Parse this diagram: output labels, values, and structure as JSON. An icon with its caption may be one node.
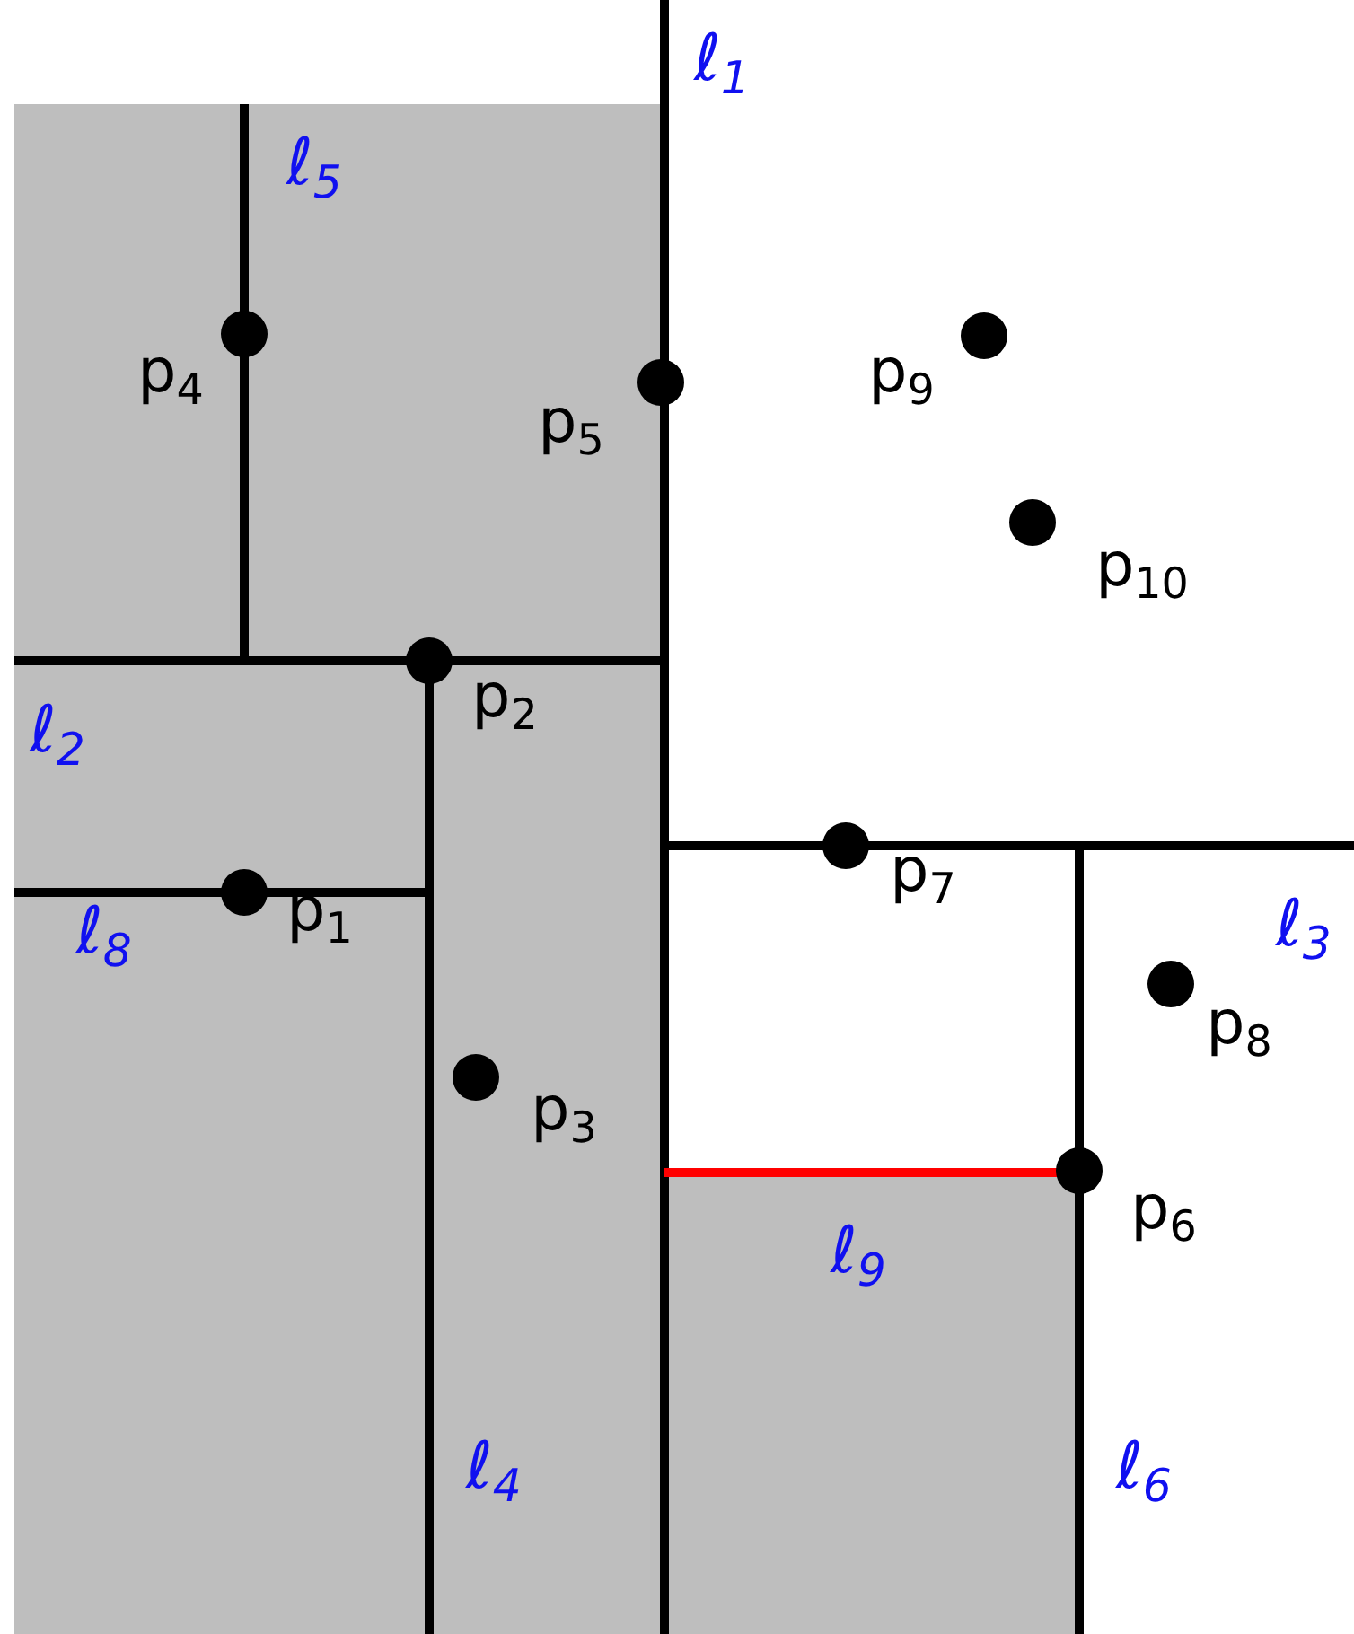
{
  "diagram": {
    "labels": [
      "ℓ$_{1}$",
      "ℓ$_{5}$",
      "p$_{4}$",
      "p$_{5}$",
      "p$_{9}$",
      "p$_{10}$",
      "ℓ$_{2}$",
      "p$_{2}$",
      "ℓ$_{3}$",
      "p$_{7}$",
      "ℓ$_{8}$",
      "p$_{1}$",
      "p$_{8}$",
      "p$_{3}$",
      "p$_{6}$",
      "ℓ$_{9}$",
      "ℓ$_{4}$",
      "ℓ$_{6}$"
    ]
  }
}
